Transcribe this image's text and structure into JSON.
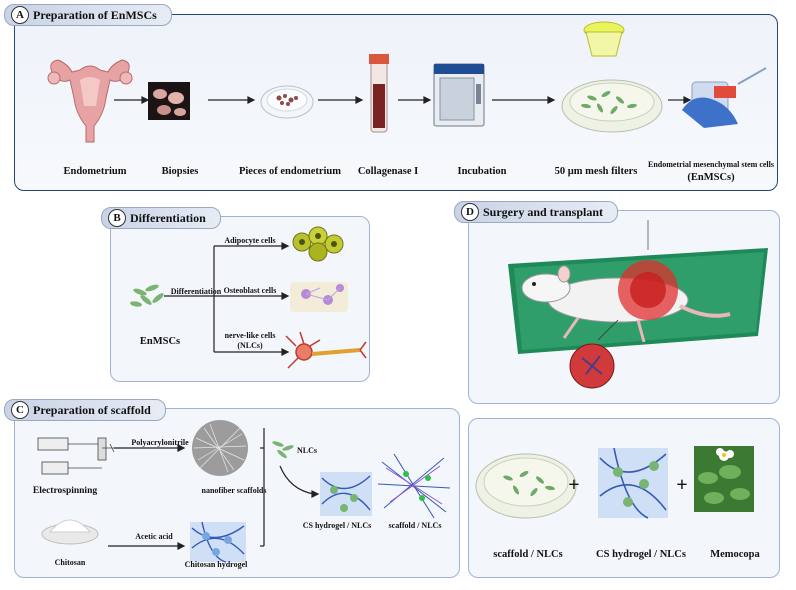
{
  "panelA": {
    "letter": "A",
    "title": "Preparation of EnMSCs",
    "steps": [
      "Endometrium",
      "Biopsies",
      "Pieces of endometrium",
      "Collagenase I",
      "Incubation",
      "50 µm mesh filters"
    ],
    "final_line1": "Endometrial mesenchymal stem cells",
    "final_line2": "(EnMSCs)"
  },
  "panelB": {
    "letter": "B",
    "title": "Differentiation",
    "source": "EnMSCs",
    "arrow_label": "Differentiation",
    "branches": [
      "Adipocyte cells",
      "Osteoblast cells",
      "nerve-like cells",
      "(NLCs)"
    ]
  },
  "panelC": {
    "letter": "C",
    "title": "Preparation of scaffold",
    "electrospinning": "Electrospinning",
    "polymer": "Polyacrylonitrile",
    "nanofiber": "nanofiber scaffolds",
    "chitosan": "Chitosan",
    "acid": "Acetic acid",
    "hydrogel": "Chitosan hydrogel",
    "nlcs": "NLCs",
    "cs_nlcs": "CS hydrogel / NLCs",
    "scaffold_nlcs": "scaffold / NLCs"
  },
  "panelD": {
    "letter": "D",
    "title": "Surgery and transplant",
    "items": [
      "scaffold / NLCs",
      "CS hydrogel / NLCs",
      "Memocopa"
    ],
    "plus": "+"
  }
}
